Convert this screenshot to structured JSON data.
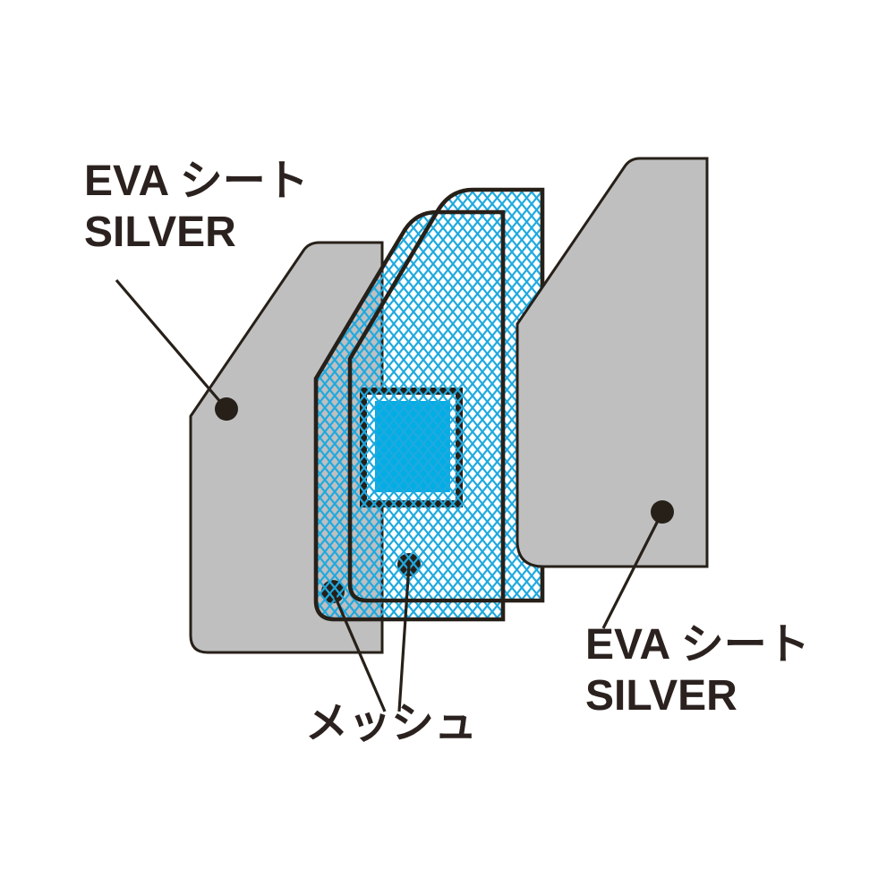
{
  "labels": {
    "eva_sheet_left": {
      "line1": "EVA シート",
      "line2": "SILVER"
    },
    "eva_sheet_right": {
      "line1": "EVA シート",
      "line2": "SILVER"
    },
    "mesh": "メッシュ"
  },
  "colors": {
    "background": "#ffffff",
    "sheet_gray": "#bfbfc0",
    "outline": "#272019",
    "mesh_line": "#1fa9de",
    "window_cyan": "#00aee6",
    "text": "#2b2220"
  }
}
